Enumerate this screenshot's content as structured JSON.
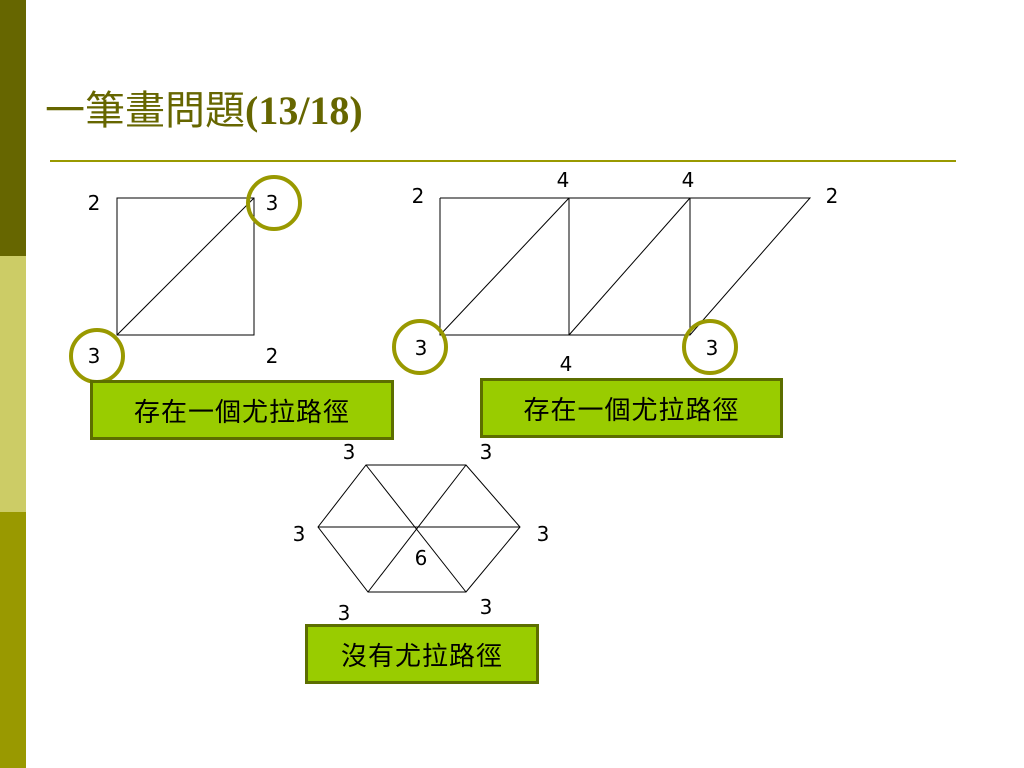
{
  "title": {
    "text": "一筆畫問題",
    "paren": "(13/18)"
  },
  "colors": {
    "accent": "#999900",
    "dark": "#666600",
    "light": "#cccc66",
    "box": "#99cc00",
    "circle": "#999900"
  },
  "diagrams": {
    "square": {
      "labels": {
        "tl": "2",
        "tr": "3",
        "bl": "3",
        "br": "2"
      },
      "caption": "存在一個尤拉路徑"
    },
    "strip": {
      "labels": {
        "tl": "2",
        "top1": "4",
        "top2": "4",
        "tr": "2",
        "bl": "3",
        "bot1": "4",
        "bot2": "3"
      },
      "caption": "存在一個尤拉路徑"
    },
    "hexagon": {
      "labels": {
        "tl": "3",
        "tr": "3",
        "l": "3",
        "r": "3",
        "center": "6",
        "bl": "3",
        "br": "3"
      },
      "caption": "沒有尤拉路徑"
    }
  }
}
